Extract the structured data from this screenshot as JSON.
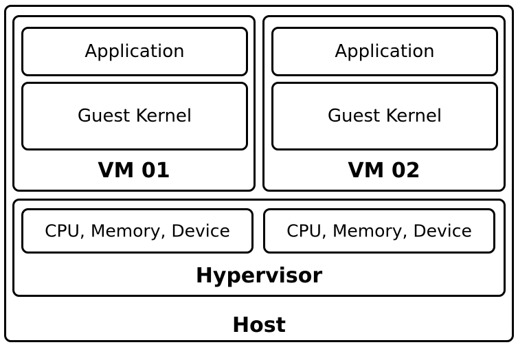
{
  "host": {
    "label": "Host"
  },
  "vms": [
    {
      "label": "VM 01",
      "application": "Application",
      "kernel": "Guest Kernel"
    },
    {
      "label": "VM 02",
      "application": "Application",
      "kernel": "Guest Kernel"
    }
  ],
  "hypervisor": {
    "label": "Hypervisor",
    "resources": [
      "CPU, Memory, Device",
      "CPU, Memory, Device"
    ]
  },
  "colors": {
    "border": "#000000",
    "background": "#ffffff",
    "text": "#000000"
  }
}
